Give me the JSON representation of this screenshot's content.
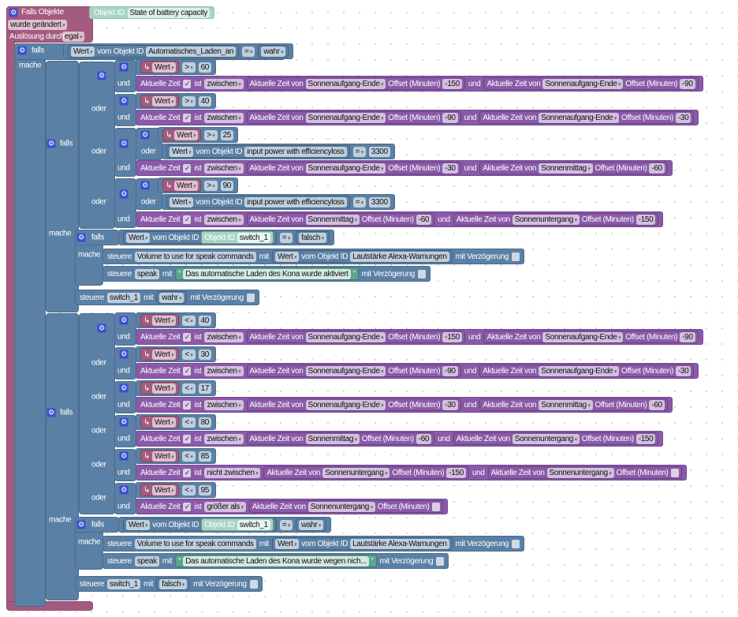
{
  "trigger": {
    "title": "Falls Objekte",
    "object_label": "Objekt ID",
    "object_value": "State of battery capacity",
    "event": "wurde geändert",
    "trigger_label": "Auslösung durch",
    "trigger_value": "egal"
  },
  "labels": {
    "falls": "falls",
    "mache": "mache",
    "und": "und",
    "oder": "oder"
  },
  "icons": {
    "gear": "gear-icon",
    "check": "✓"
  },
  "colors": {
    "logic": "#5b80a5",
    "time": "#8a5aa8",
    "trigger": "#a55b80",
    "object": "#a5d6c2",
    "text": "#5ba58c"
  },
  "rows": [
    {
      "tokens": [
        {
          "b": [
            {
              "d": "Wert"
            },
            {
              "t": "vom Objekt ID"
            },
            {
              "f": "Automatisches_Laden_an"
            }
          ],
          "cls": "blue"
        },
        {
          "d": "="
        },
        {
          "b": [
            {
              "d": "wahr"
            }
          ],
          "cls": "blue"
        }
      ]
    },
    {
      "tokens": [
        {
          "b": [
            {
              "t": "↳"
            },
            {
              "d": "Wert"
            }
          ],
          "cls": "pink"
        },
        {
          "d": ">"
        },
        {
          "n": "60"
        }
      ]
    },
    {
      "tokens": [
        {
          "t": "Aktuelle Zeit"
        },
        {
          "c": "checked"
        },
        {
          "t": "ist"
        },
        {
          "d": "zwischen"
        },
        {
          "b": [
            {
              "t": "Aktuelle Zeit von"
            },
            {
              "d": "Sonnenaufgang-Ende"
            },
            {
              "t": "Offset (Minuten)"
            },
            {
              "n": "-150"
            }
          ],
          "cls": "purple"
        },
        {
          "t": "und"
        },
        {
          "b": [
            {
              "t": "Aktuelle Zeit von"
            },
            {
              "d": "Sonnenaufgang-Ende"
            },
            {
              "t": "Offset (Minuten)"
            },
            {
              "n": "-90"
            }
          ],
          "cls": "purple"
        }
      ]
    },
    {
      "tokens": [
        {
          "b": [
            {
              "t": "↳"
            },
            {
              "d": "Wert"
            }
          ],
          "cls": "pink"
        },
        {
          "d": ">"
        },
        {
          "n": "40"
        }
      ]
    },
    {
      "tokens": [
        {
          "t": "Aktuelle Zeit"
        },
        {
          "c": "checked"
        },
        {
          "t": "ist"
        },
        {
          "d": "zwischen"
        },
        {
          "b": [
            {
              "t": "Aktuelle Zeit von"
            },
            {
              "d": "Sonnenaufgang-Ende"
            },
            {
              "t": "Offset (Minuten)"
            },
            {
              "n": "-90"
            }
          ],
          "cls": "purple"
        },
        {
          "t": "und"
        },
        {
          "b": [
            {
              "t": "Aktuelle Zeit von"
            },
            {
              "d": "Sonnenaufgang-Ende"
            },
            {
              "t": "Offset (Minuten)"
            },
            {
              "n": "-30"
            }
          ],
          "cls": "purple"
        }
      ]
    },
    {
      "tokens": [
        {
          "b": [
            {
              "t": "↳"
            },
            {
              "d": "Wert"
            }
          ],
          "cls": "pink"
        },
        {
          "d": ">"
        },
        {
          "n": "25"
        }
      ]
    },
    {
      "tokens": [
        {
          "b": [
            {
              "d": "Wert"
            },
            {
              "t": "vom Objekt ID"
            },
            {
              "f": "input power with efficiencyloss"
            }
          ],
          "cls": "blue"
        },
        {
          "d": "="
        },
        {
          "n": "3300"
        }
      ]
    },
    {
      "tokens": [
        {
          "t": "Aktuelle Zeit"
        },
        {
          "c": "checked"
        },
        {
          "t": "ist"
        },
        {
          "d": "zwischen"
        },
        {
          "b": [
            {
              "t": "Aktuelle Zeit von"
            },
            {
              "d": "Sonnenaufgang-Ende"
            },
            {
              "t": "Offset (Minuten)"
            },
            {
              "n": "-30"
            }
          ],
          "cls": "purple"
        },
        {
          "t": "und"
        },
        {
          "b": [
            {
              "t": "Aktuelle Zeit von"
            },
            {
              "d": "Sonnenmittag"
            },
            {
              "t": "Offset (Minuten)"
            },
            {
              "n": "-60"
            }
          ],
          "cls": "purple"
        }
      ]
    },
    {
      "tokens": [
        {
          "b": [
            {
              "t": "↳"
            },
            {
              "d": "Wert"
            }
          ],
          "cls": "pink"
        },
        {
          "d": ">"
        },
        {
          "n": "90"
        }
      ]
    },
    {
      "tokens": [
        {
          "b": [
            {
              "d": "Wert"
            },
            {
              "t": "vom Objekt ID"
            },
            {
              "f": "input power with efficiencyloss"
            }
          ],
          "cls": "blue"
        },
        {
          "d": "="
        },
        {
          "n": "3300"
        }
      ]
    },
    {
      "tokens": [
        {
          "t": "Aktuelle Zeit"
        },
        {
          "c": "checked"
        },
        {
          "t": "ist"
        },
        {
          "d": "zwischen"
        },
        {
          "b": [
            {
              "t": "Aktuelle Zeit von"
            },
            {
              "d": "Sonnenmittag"
            },
            {
              "t": "Offset (Minuten)"
            },
            {
              "n": "-60"
            }
          ],
          "cls": "purple"
        },
        {
          "t": "und"
        },
        {
          "b": [
            {
              "t": "Aktuelle Zeit von"
            },
            {
              "d": "Sonnenuntergang"
            },
            {
              "t": "Offset (Minuten)"
            },
            {
              "n": "-150"
            }
          ],
          "cls": "purple"
        }
      ]
    },
    {
      "tokens": [
        {
          "b": [
            {
              "d": "Wert"
            },
            {
              "t": "vom Objekt ID"
            },
            {
              "b": [
                {
                  "t": "Objekt ID"
                },
                {
                  "f": "switch_1"
                }
              ],
              "cls": "teal"
            }
          ],
          "cls": "blue"
        },
        {
          "d": "="
        },
        {
          "b": [
            {
              "d": "falsch"
            }
          ],
          "cls": "blue"
        }
      ]
    },
    {
      "tokens": [
        {
          "t": "steuere"
        },
        {
          "f": "Volume to use for speak commands"
        },
        {
          "t": "mit"
        },
        {
          "b": [
            {
              "d": "Wert"
            },
            {
              "t": "vom Objekt ID"
            },
            {
              "f": "Lautstärke Alexa-Warnungen"
            }
          ],
          "cls": "blue"
        },
        {
          "t": "mit Verzögerung"
        },
        {
          "c": "empty"
        }
      ]
    },
    {
      "tokens": [
        {
          "t": "steuere"
        },
        {
          "f": "speak"
        },
        {
          "t": "mit"
        },
        {
          "b": [
            {
              "t": "“"
            },
            {
              "f": "Das automatische Laden des Kona wurde aktiviert"
            },
            {
              "t": "”"
            }
          ],
          "cls": "green"
        },
        {
          "t": "mit Verzögerung"
        },
        {
          "c": "empty"
        }
      ]
    },
    {
      "tokens": [
        {
          "t": "steuere"
        },
        {
          "f": "switch_1"
        },
        {
          "t": "mit"
        },
        {
          "b": [
            {
              "d": "wahr"
            }
          ],
          "cls": "blue"
        },
        {
          "t": "mit Verzögerung"
        },
        {
          "c": "empty"
        }
      ]
    },
    {
      "tokens": [
        {
          "b": [
            {
              "t": "↳"
            },
            {
              "d": "Wert"
            }
          ],
          "cls": "pink"
        },
        {
          "d": "<"
        },
        {
          "n": "40"
        }
      ]
    },
    {
      "tokens": [
        {
          "t": "Aktuelle Zeit"
        },
        {
          "c": "checked"
        },
        {
          "t": "ist"
        },
        {
          "d": "zwischen"
        },
        {
          "b": [
            {
              "t": "Aktuelle Zeit von"
            },
            {
              "d": "Sonnenaufgang-Ende"
            },
            {
              "t": "Offset (Minuten)"
            },
            {
              "n": "-150"
            }
          ],
          "cls": "purple"
        },
        {
          "t": "und"
        },
        {
          "b": [
            {
              "t": "Aktuelle Zeit von"
            },
            {
              "d": "Sonnenaufgang-Ende"
            },
            {
              "t": "Offset (Minuten)"
            },
            {
              "n": "-90"
            }
          ],
          "cls": "purple"
        }
      ]
    },
    {
      "tokens": [
        {
          "b": [
            {
              "t": "↳"
            },
            {
              "d": "Wert"
            }
          ],
          "cls": "pink"
        },
        {
          "d": "<"
        },
        {
          "n": "30"
        }
      ]
    },
    {
      "tokens": [
        {
          "t": "Aktuelle Zeit"
        },
        {
          "c": "checked"
        },
        {
          "t": "ist"
        },
        {
          "d": "zwischen"
        },
        {
          "b": [
            {
              "t": "Aktuelle Zeit von"
            },
            {
              "d": "Sonnenaufgang-Ende"
            },
            {
              "t": "Offset (Minuten)"
            },
            {
              "n": "-90"
            }
          ],
          "cls": "purple"
        },
        {
          "t": "und"
        },
        {
          "b": [
            {
              "t": "Aktuelle Zeit von"
            },
            {
              "d": "Sonnenaufgang-Ende"
            },
            {
              "t": "Offset (Minuten)"
            },
            {
              "n": "-30"
            }
          ],
          "cls": "purple"
        }
      ]
    },
    {
      "tokens": [
        {
          "b": [
            {
              "t": "↳"
            },
            {
              "d": "Wert"
            }
          ],
          "cls": "pink"
        },
        {
          "d": "<"
        },
        {
          "n": "17"
        }
      ]
    },
    {
      "tokens": [
        {
          "t": "Aktuelle Zeit"
        },
        {
          "c": "checked"
        },
        {
          "t": "ist"
        },
        {
          "d": "zwischen"
        },
        {
          "b": [
            {
              "t": "Aktuelle Zeit von"
            },
            {
              "d": "Sonnenaufgang-Ende"
            },
            {
              "t": "Offset (Minuten)"
            },
            {
              "n": "-30"
            }
          ],
          "cls": "purple"
        },
        {
          "t": "und"
        },
        {
          "b": [
            {
              "t": "Aktuelle Zeit von"
            },
            {
              "d": "Sonnenmittag"
            },
            {
              "t": "Offset (Minuten)"
            },
            {
              "n": "-60"
            }
          ],
          "cls": "purple"
        }
      ]
    },
    {
      "tokens": [
        {
          "b": [
            {
              "t": "↳"
            },
            {
              "d": "Wert"
            }
          ],
          "cls": "pink"
        },
        {
          "d": "<"
        },
        {
          "n": "80"
        }
      ]
    },
    {
      "tokens": [
        {
          "t": "Aktuelle Zeit"
        },
        {
          "c": "checked"
        },
        {
          "t": "ist"
        },
        {
          "d": "zwischen"
        },
        {
          "b": [
            {
              "t": "Aktuelle Zeit von"
            },
            {
              "d": "Sonnenmittag"
            },
            {
              "t": "Offset (Minuten)"
            },
            {
              "n": "-60"
            }
          ],
          "cls": "purple"
        },
        {
          "t": "und"
        },
        {
          "b": [
            {
              "t": "Aktuelle Zeit von"
            },
            {
              "d": "Sonnenuntergang"
            },
            {
              "t": "Offset (Minuten)"
            },
            {
              "n": "-150"
            }
          ],
          "cls": "purple"
        }
      ]
    },
    {
      "tokens": [
        {
          "b": [
            {
              "t": "↳"
            },
            {
              "d": "Wert"
            }
          ],
          "cls": "pink"
        },
        {
          "d": "<"
        },
        {
          "n": "85"
        }
      ]
    },
    {
      "tokens": [
        {
          "t": "Aktuelle Zeit"
        },
        {
          "c": "checked"
        },
        {
          "t": "ist"
        },
        {
          "d": "nicht zwischen"
        },
        {
          "b": [
            {
              "t": "Aktuelle Zeit von"
            },
            {
              "d": "Sonnenuntergang"
            },
            {
              "t": "Offset (Minuten)"
            },
            {
              "n": "-150"
            }
          ],
          "cls": "purple"
        },
        {
          "t": "und"
        },
        {
          "b": [
            {
              "t": "Aktuelle Zeit von"
            },
            {
              "d": "Sonnenuntergang"
            },
            {
              "t": "Offset (Minuten)"
            },
            {
              "c": "empty"
            }
          ],
          "cls": "purple"
        }
      ]
    },
    {
      "tokens": [
        {
          "b": [
            {
              "t": "↳"
            },
            {
              "d": "Wert"
            }
          ],
          "cls": "pink"
        },
        {
          "d": "<"
        },
        {
          "n": "95"
        }
      ]
    },
    {
      "tokens": [
        {
          "t": "Aktuelle Zeit"
        },
        {
          "c": "checked"
        },
        {
          "t": "ist"
        },
        {
          "d": "größer als"
        },
        {
          "b": [
            {
              "t": "Aktuelle Zeit von"
            },
            {
              "d": "Sonnenuntergang"
            },
            {
              "t": "Offset (Minuten)"
            },
            {
              "c": "empty"
            }
          ],
          "cls": "purple"
        }
      ]
    },
    {
      "tokens": [
        {
          "b": [
            {
              "d": "Wert"
            },
            {
              "t": "vom Objekt ID"
            },
            {
              "b": [
                {
                  "t": "Objekt ID"
                },
                {
                  "f": "switch_1"
                }
              ],
              "cls": "teal"
            }
          ],
          "cls": "blue"
        },
        {
          "d": "="
        },
        {
          "b": [
            {
              "d": "wahr"
            }
          ],
          "cls": "blue"
        }
      ]
    },
    {
      "tokens": [
        {
          "t": "steuere"
        },
        {
          "f": "Volume to use for speak commands"
        },
        {
          "t": "mit"
        },
        {
          "b": [
            {
              "d": "Wert"
            },
            {
              "t": "vom Objekt ID"
            },
            {
              "f": "Lautstärke Alexa-Warnungen"
            }
          ],
          "cls": "blue"
        },
        {
          "t": "mit Verzögerung"
        },
        {
          "c": "empty"
        }
      ]
    },
    {
      "tokens": [
        {
          "t": "steuere"
        },
        {
          "f": "speak"
        },
        {
          "t": "mit"
        },
        {
          "b": [
            {
              "t": "“"
            },
            {
              "f": "Das automatische Laden des Kona wurde wegen nich..."
            },
            {
              "t": "”"
            }
          ],
          "cls": "green"
        },
        {
          "t": "mit Verzögerung"
        },
        {
          "c": "empty"
        }
      ]
    },
    {
      "tokens": [
        {
          "t": "steuere"
        },
        {
          "f": "switch_1"
        },
        {
          "t": "mit"
        },
        {
          "b": [
            {
              "d": "falsch"
            }
          ],
          "cls": "blue"
        },
        {
          "t": "mit Verzögerung"
        },
        {
          "c": "empty"
        }
      ]
    }
  ]
}
